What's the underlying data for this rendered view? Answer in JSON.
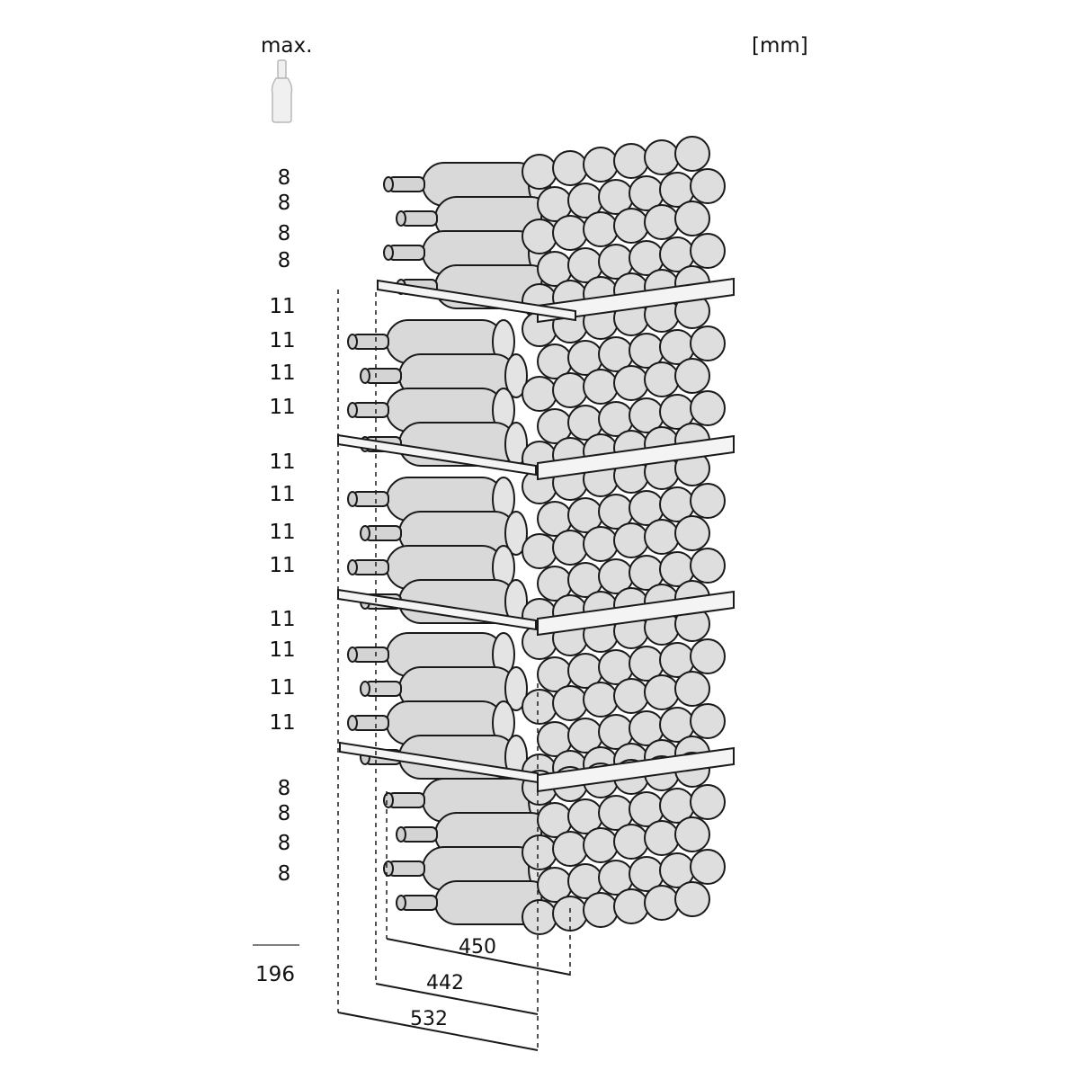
{
  "header": {
    "max_label": "max.",
    "unit_label": "[mm]"
  },
  "icons": {
    "bottle": "bottle-icon"
  },
  "counts": {
    "top_section": [
      "8",
      "8",
      "8",
      "8"
    ],
    "shelf_1": [
      "11",
      "11",
      "11",
      "11"
    ],
    "shelf_2": [
      "11",
      "11",
      "11",
      "11"
    ],
    "shelf_3": [
      "11",
      "11",
      "11",
      "11"
    ],
    "bottom_section": [
      "8",
      "8",
      "8",
      "8"
    ],
    "total": "196"
  },
  "dimensions": {
    "inner_depth": "450",
    "shelf_depth": "442",
    "overall_depth": "532"
  }
}
